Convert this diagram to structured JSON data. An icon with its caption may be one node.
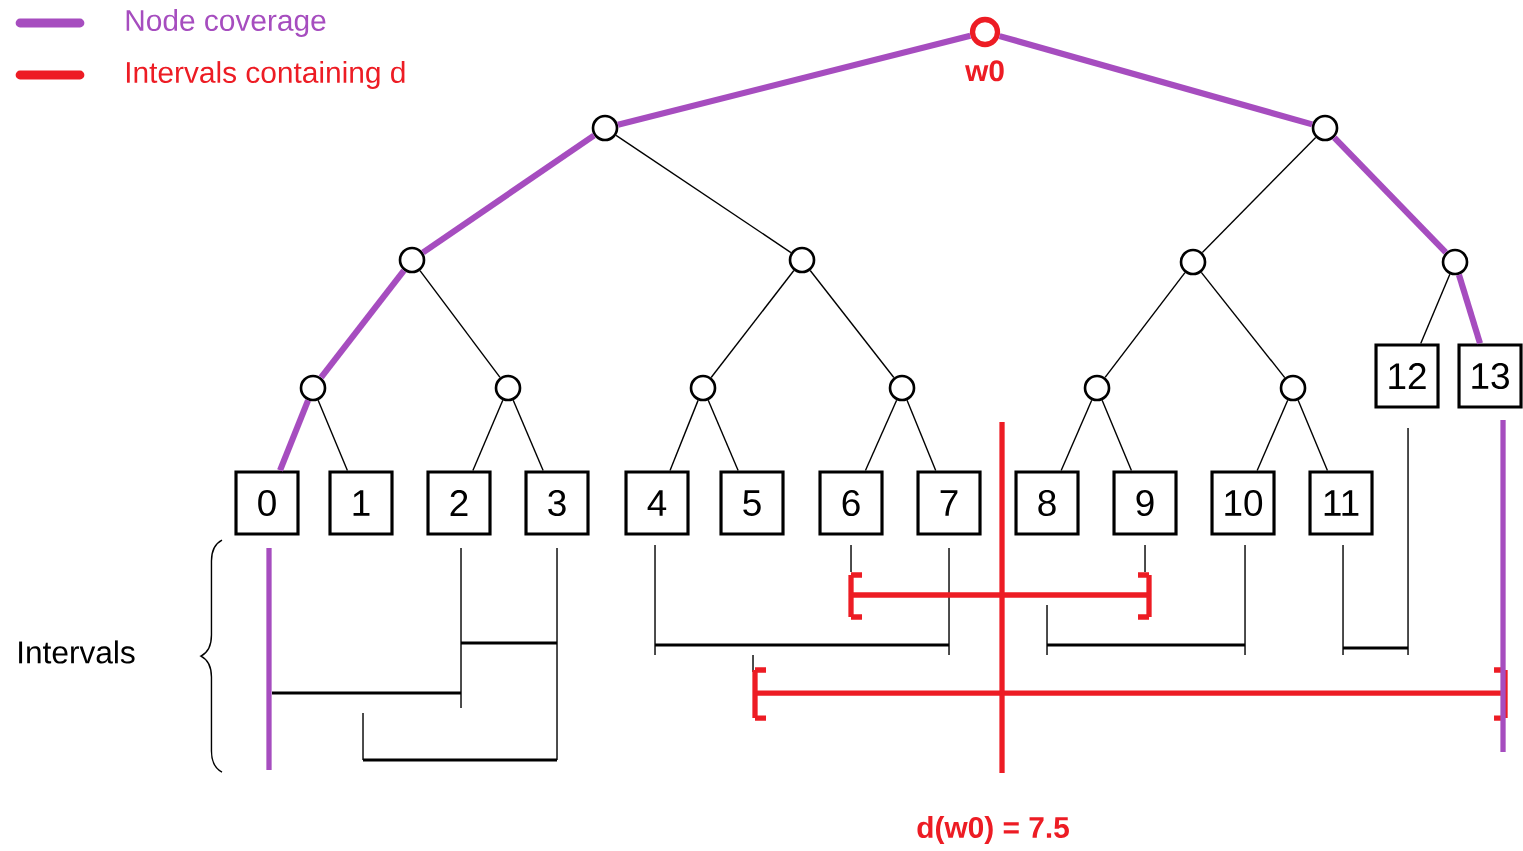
{
  "diagram": {
    "nodes": [
      {
        "text": [],
        "shape": "circle",
        "beside": [
          "w0"
        ]
      },
      {
        "text": [],
        "shape": "circle"
      },
      {
        "text": [],
        "shape": "circle"
      },
      {
        "text": [],
        "shape": "circle"
      },
      {
        "text": [],
        "shape": "circle"
      },
      {
        "text": [],
        "shape": "circle"
      },
      {
        "text": [],
        "shape": "circle"
      },
      {
        "text": [],
        "shape": "circle"
      },
      {
        "text": [],
        "shape": "circle"
      },
      {
        "text": [],
        "shape": "circle"
      },
      {
        "text": [],
        "shape": "circle"
      },
      {
        "text": [],
        "shape": "circle"
      },
      {
        "text": [],
        "shape": "circle"
      },
      {
        "text": [
          "0"
        ]
      },
      {
        "text": [
          "1"
        ]
      },
      {
        "text": [
          "2"
        ]
      },
      {
        "text": [
          "3"
        ]
      },
      {
        "text": [
          "4"
        ]
      },
      {
        "text": [
          "5"
        ]
      },
      {
        "text": [
          "6"
        ]
      },
      {
        "text": [
          "7"
        ]
      },
      {
        "text": [
          "8"
        ]
      },
      {
        "text": [
          "9"
        ]
      },
      {
        "text": [
          "10"
        ]
      },
      {
        "text": [
          "11"
        ]
      },
      {
        "text": [
          "12"
        ]
      },
      {
        "text": [
          "13"
        ]
      }
    ],
    "edges": [
      {
        "from": 0,
        "to": 1,
        "arrow": "none",
        "style": "thick",
        "color": "#a64dbf"
      },
      {
        "from": 0,
        "to": 2,
        "arrow": "none",
        "style": "thick",
        "color": "#a64dbf"
      },
      {
        "from": 1,
        "to": 3,
        "arrow": "none",
        "style": "thick",
        "color": "#a64dbf"
      },
      {
        "from": 1,
        "to": 4,
        "arrow": "none"
      },
      {
        "from": 2,
        "to": 5,
        "arrow": "none"
      },
      {
        "from": 2,
        "to": 6,
        "arrow": "none",
        "style": "thick",
        "color": "#a64dbf"
      },
      {
        "from": 3,
        "to": 7,
        "arrow": "none",
        "style": "thick",
        "color": "#a64dbf"
      },
      {
        "from": 3,
        "to": 8,
        "arrow": "none"
      },
      {
        "from": 4,
        "to": 9,
        "arrow": "none"
      },
      {
        "from": 4,
        "to": 10,
        "arrow": "none"
      },
      {
        "from": 5,
        "to": 11,
        "arrow": "none"
      },
      {
        "from": 5,
        "to": 12,
        "arrow": "none"
      },
      {
        "from": 6,
        "to": 25,
        "arrow": "none"
      },
      {
        "from": 6,
        "to": 26,
        "arrow": "none",
        "style": "thick",
        "color": "#a64dbf"
      },
      {
        "from": 7,
        "to": 13,
        "arrow": "none",
        "style": "thick",
        "color": "#a64dbf"
      },
      {
        "from": 7,
        "to": 14,
        "arrow": "none"
      },
      {
        "from": 8,
        "to": 15,
        "arrow": "none"
      },
      {
        "from": 8,
        "to": 16,
        "arrow": "none"
      },
      {
        "from": 9,
        "to": 17,
        "arrow": "none"
      },
      {
        "from": 9,
        "to": 18,
        "arrow": "none"
      },
      {
        "from": 10,
        "to": 19,
        "arrow": "none"
      },
      {
        "from": 10,
        "to": 20,
        "arrow": "none"
      },
      {
        "from": 11,
        "to": 21,
        "arrow": "none"
      },
      {
        "from": 11,
        "to": 22,
        "arrow": "none"
      },
      {
        "from": 12,
        "to": 23,
        "arrow": "none"
      },
      {
        "from": 12,
        "to": 24,
        "arrow": "none"
      }
    ],
    "labels": [
      "Intervals",
      "d(w0) = 7.5"
    ],
    "legend": [
      {
        "text": "Node coverage"
      },
      {
        "text": "Intervals containing d"
      }
    ]
  }
}
